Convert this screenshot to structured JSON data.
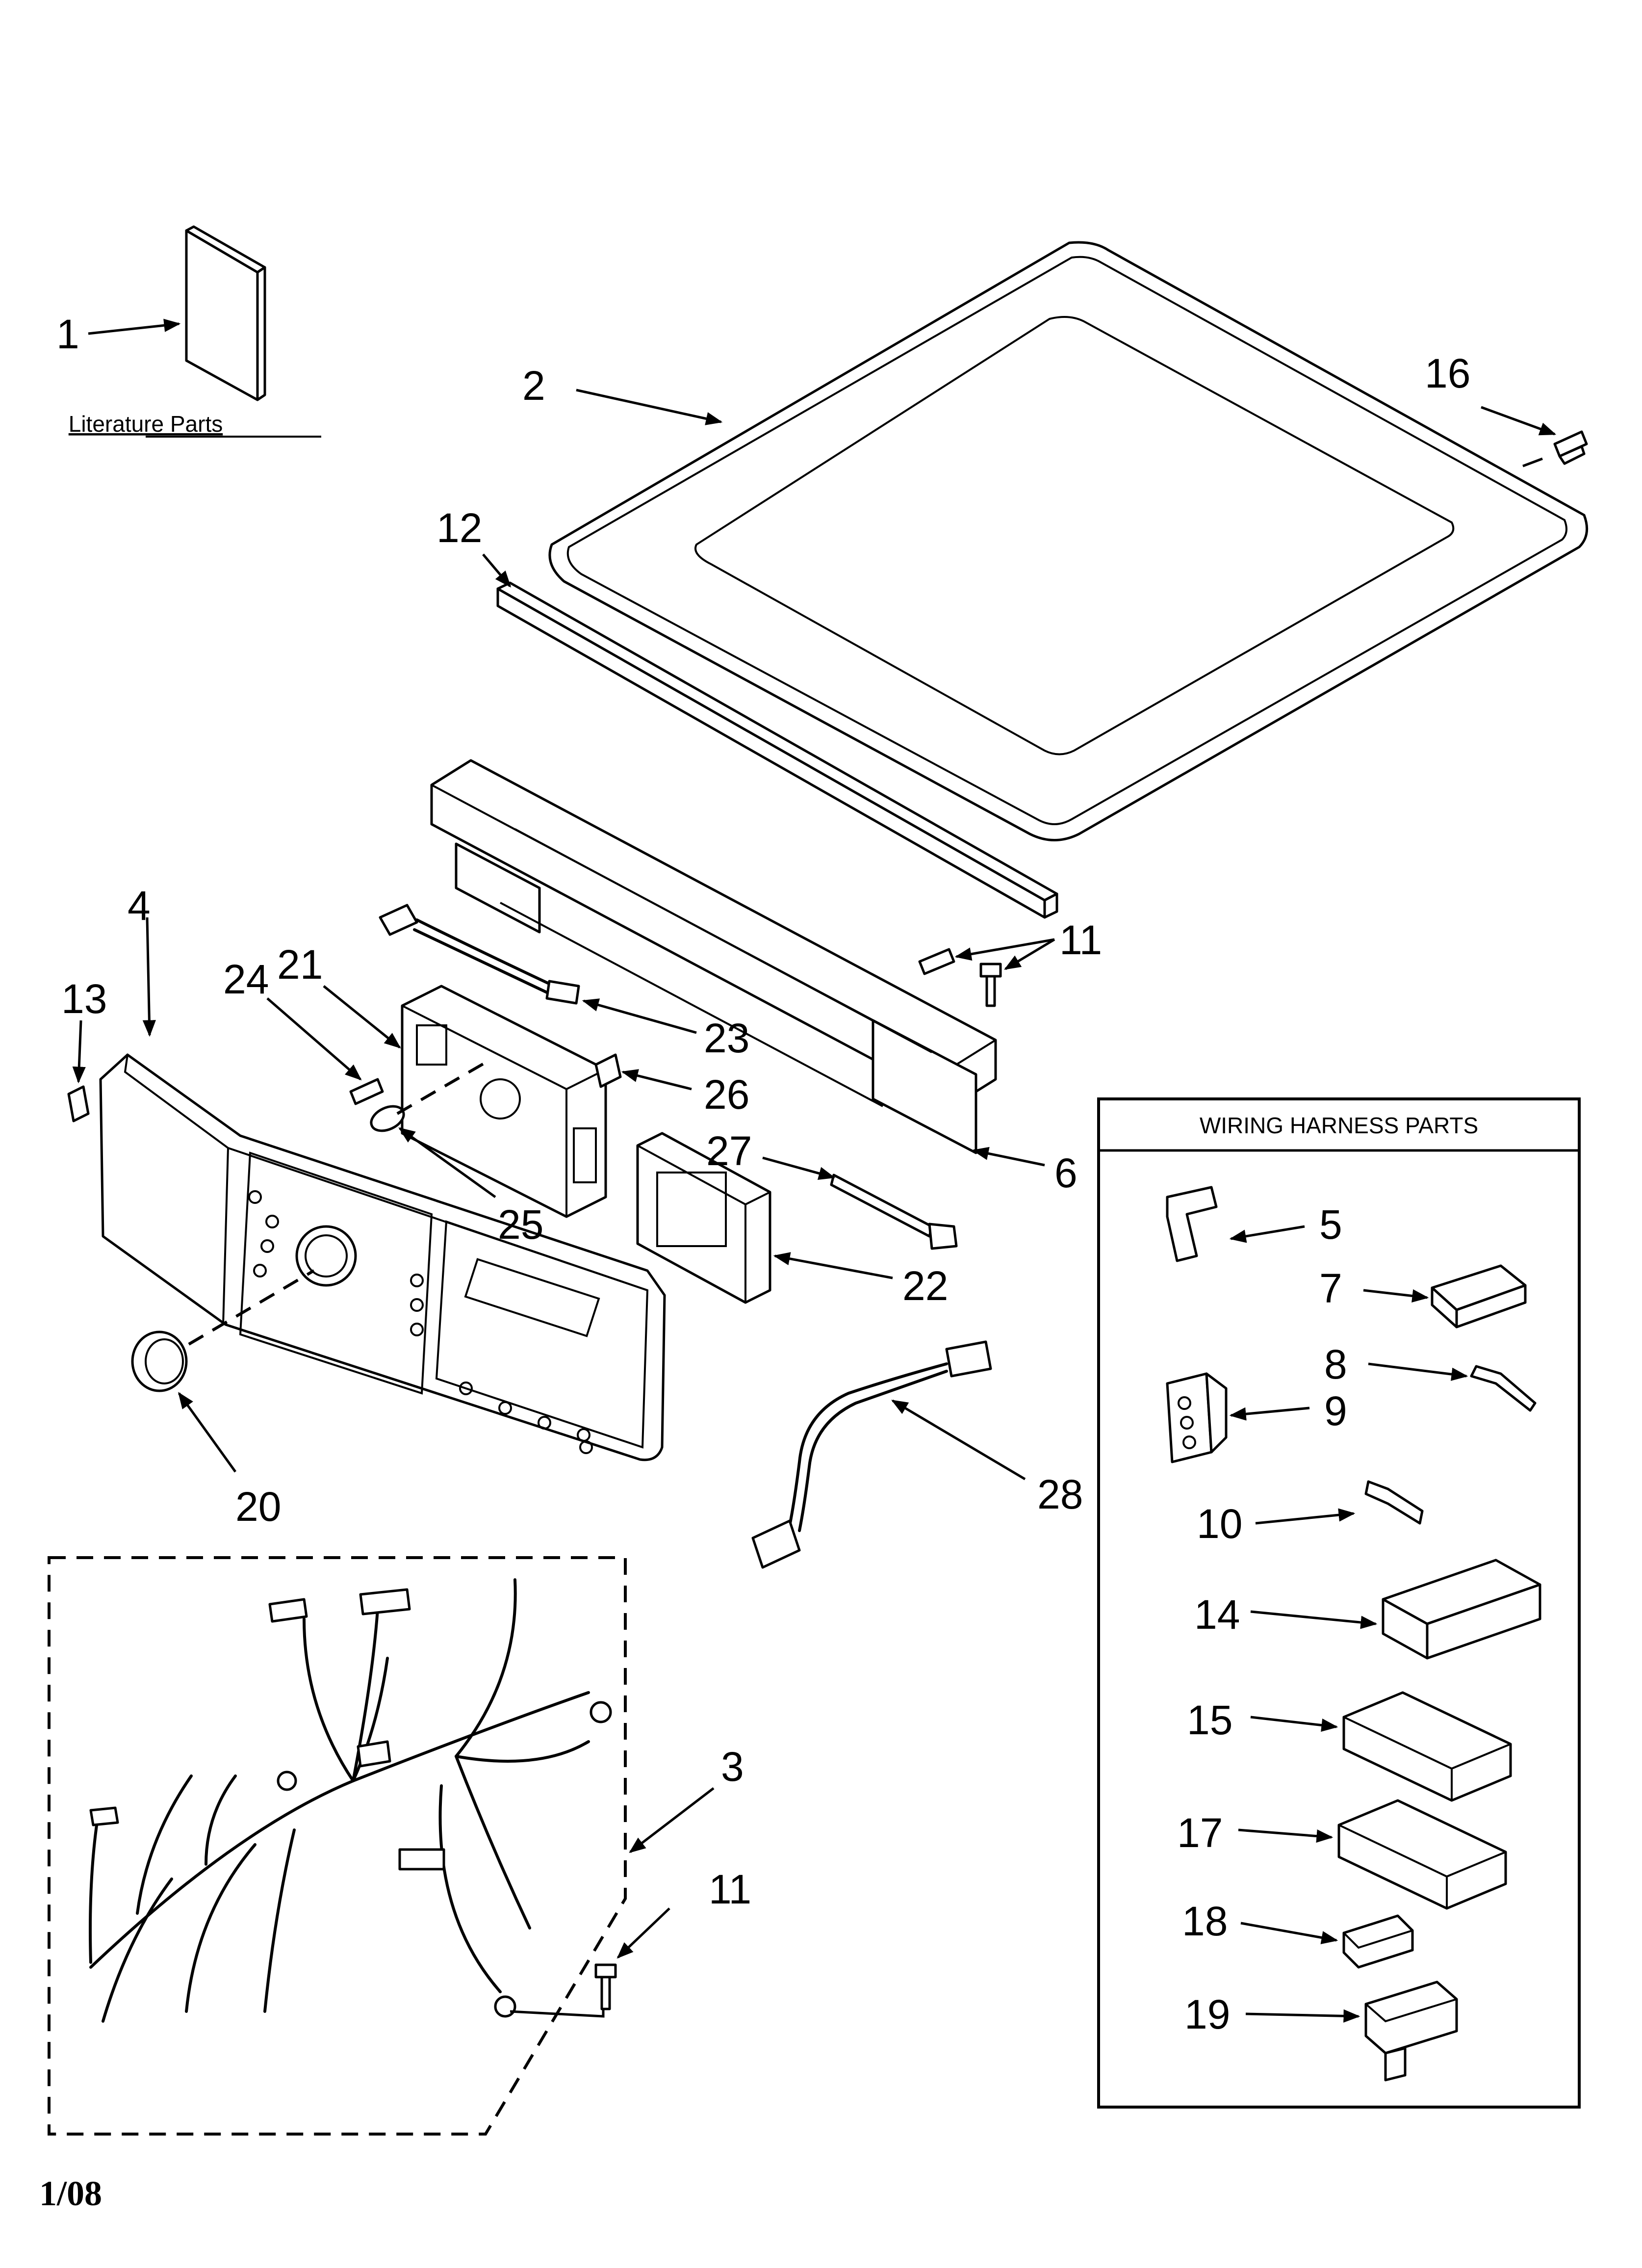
{
  "literature_label": "Literature Parts",
  "wiring_box_title": "WIRING HARNESS PARTS",
  "date_code": "1/08",
  "callouts": {
    "c1": "1",
    "c2": "2",
    "c16": "16",
    "c12": "12",
    "c11a": "11",
    "c4": "4",
    "c13": "13",
    "c24": "24",
    "c21": "21",
    "c23": "23",
    "c26": "26",
    "c27": "27",
    "c6": "6",
    "c25": "25",
    "c22": "22",
    "c20": "20",
    "c28": "28",
    "c3": "3",
    "c11b": "11",
    "c5": "5",
    "c7": "7",
    "c8": "8",
    "c9": "9",
    "c10": "10",
    "c14": "14",
    "c15": "15",
    "c17": "17",
    "c18": "18",
    "c19": "19"
  }
}
